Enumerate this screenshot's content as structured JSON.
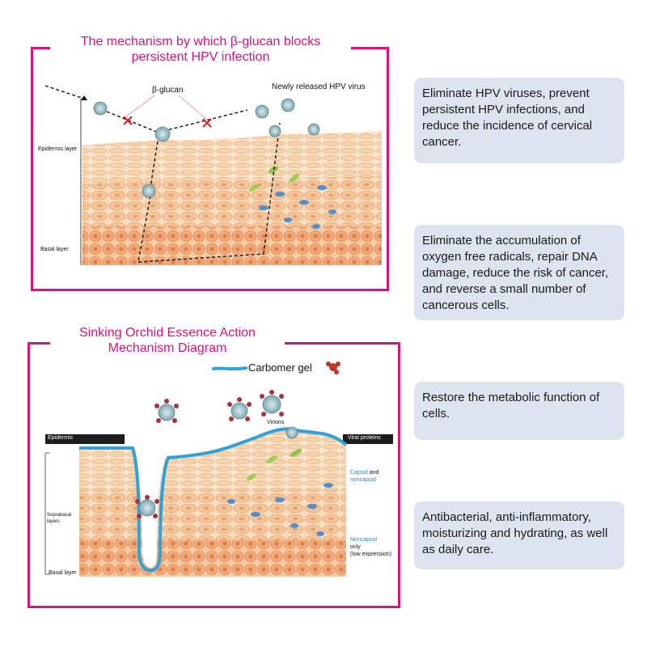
{
  "top_panel": {
    "title_line1": "The mechanism by which β-glucan blocks",
    "title_line2": "persistent HPV infection",
    "label_glucan": "β-glucan",
    "label_new_virus": "Newly released HPV virus",
    "label_epidermis": "Epidermis layer",
    "label_basal": "Basal layer"
  },
  "bottom_panel": {
    "title_line1": "Sinking Orchid Essence Action",
    "title_line2": "Mechanism Diagram",
    "legend_gel": "Carbomer gel",
    "label_epidermis": "Epidermis",
    "label_viral_proteins": "Viral proteins",
    "label_virions": "Virions",
    "label_suprabasal": "Suprabasal layers",
    "label_basal": "Basal layer",
    "label_capsid_1": "Capsid",
    "label_capsid_and": "and",
    "label_capsid_2": "noncapsid",
    "label_noncapsid": "Noncapsid",
    "label_only": "only",
    "label_low_expression": "(low expression)"
  },
  "cards": [
    "Eliminate HPV viruses, prevent persistent HPV infections, and reduce the incidence of cervical cancer.",
    "Eliminate the accumulation of oxygen free radicals, repair DNA damage, reduce the risk of cancer, and reverse a small number of cancerous cells.",
    "Restore the metabolic function of cells.",
    "Antibacterial, anti-inflammatory, moisturizing and hydrating, as well as daily care."
  ],
  "colors": {
    "accent": "#e0107a",
    "card_bg": "#dde3ef",
    "gel": "#2fa3d8",
    "cell_light": "#f6d5b2",
    "cell_dark": "#f0a877"
  }
}
